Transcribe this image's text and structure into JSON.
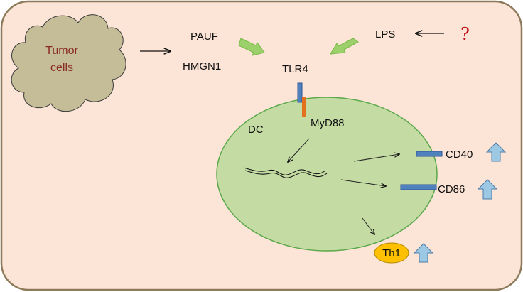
{
  "colors": {
    "background": "#fce4d6",
    "border": "#8c7a5a",
    "tumor_fill": "#c4bd97",
    "tumor_text": "#8b2c22",
    "dc_fill": "#c4dca4",
    "dc_stroke": "#5aa84a",
    "receptor_blue": "#4f81bd",
    "myd88_orange": "#e3701c",
    "green_arrow": "#9bd06a",
    "up_arrow": "#9dc8e4",
    "th1_fill": "#ffc000",
    "question_mark": "#c0141c"
  },
  "labels": {
    "tumor": [
      "Tumor",
      "cells"
    ],
    "pauf": "PAUF",
    "hmgn1": "HMGN1",
    "lps": "LPS",
    "question": "?",
    "tlr4": "TLR4",
    "dc": "DC",
    "myd88": "MyD88",
    "cd40": "CD40",
    "cd86": "CD86",
    "th1": "Th1"
  },
  "icons": {
    "increase": "up-arrow-icon",
    "cloud": "tumor-cloud-icon"
  }
}
